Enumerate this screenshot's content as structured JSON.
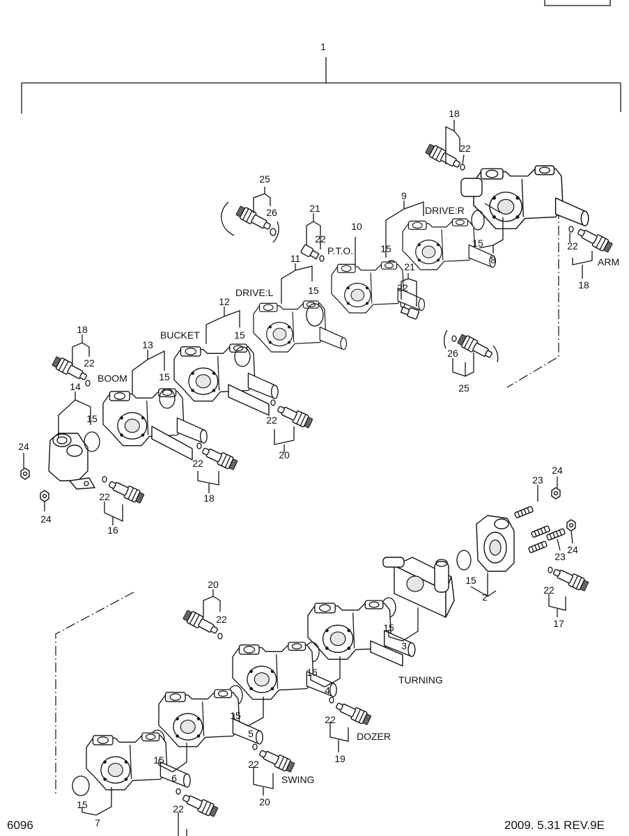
{
  "header": {
    "assembly_callout": "1"
  },
  "callouts": {
    "c18_top": "18",
    "c22_a": "22",
    "c22_b": "22",
    "c18_arm": "18",
    "c8": "8",
    "c15_a": "15",
    "c9": "9",
    "c15_b": "15",
    "c21_a": "21",
    "c22_c": "22",
    "c10": "10",
    "c21_b": "21",
    "c22_d": "22",
    "c25_a": "25",
    "c26_a": "26",
    "c11": "11",
    "c15_c": "15",
    "c12": "12",
    "c15_d": "15",
    "c26_b": "26",
    "c25_b": "25",
    "c13": "13",
    "c15_e": "15",
    "c22_e": "22",
    "c20_a": "20",
    "c18_left": "18",
    "c22_f": "22",
    "c14": "14",
    "c15_f": "15",
    "c24_a": "24",
    "c24_b": "24",
    "c22_g": "22",
    "c16": "16",
    "c22_h": "22",
    "c18_b": "18",
    "c23_a": "23",
    "c24_c": "24",
    "c23_b": "23",
    "c24_d": "24",
    "c15_g": "15",
    "c2": "2",
    "c22_i": "22",
    "c17": "17",
    "c15_h": "15",
    "c3": "3",
    "c15_i": "15",
    "c4": "4",
    "c20_b": "20",
    "c22_j": "22",
    "c15_j": "15",
    "c5": "5",
    "c22_k": "22",
    "c19": "19",
    "c15_k": "15",
    "c6": "6",
    "c22_l": "22",
    "c20_c": "20",
    "c15_l": "15",
    "c7": "7",
    "c22_m": "22"
  },
  "section_labels": {
    "arm": "ARM",
    "drive_r": "DRIVE:R",
    "pto": "P.T.O.",
    "drive_l": "DRIVE:L",
    "bucket": "BUCKET",
    "boom": "BOOM",
    "turning": "TURNING",
    "dozer": "DOZER",
    "swing": "SWING"
  },
  "footer": {
    "page_code": "6096",
    "revision": "2009. 5.31 REV.9E"
  }
}
